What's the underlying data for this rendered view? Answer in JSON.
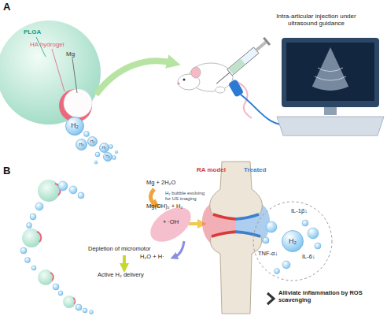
{
  "diagram": {
    "nodes": [
      {
        "text": [
          "H₂"
        ]
      },
      {
        "text": [
          "H₂"
        ]
      },
      {
        "text": [
          "H₂"
        ]
      },
      {
        "text": [
          "H₂"
        ]
      },
      {
        "text": [
          "H₂"
        ]
      },
      {
        "text": [
          "Mg(OH)₂ + H₂",
          "+ ·OH"
        ]
      },
      {
        "text": [
          "H₂"
        ]
      }
    ],
    "labels": [
      "A",
      "PLGA",
      "HA hydrogel",
      "Mg",
      "Intra-articular injection under ultrasound guidance",
      "B",
      "Depletion of micromotor",
      "Active H₂ delivery",
      "Mg + 2H₂O",
      "H₂ bubble evolving for US imaging",
      "H₂O + H·",
      "RA model",
      "Treated",
      "IL-1β↓",
      "TNF-α↓",
      "IL-6↓",
      "Alliviate inflammation by ROS scavenging"
    ]
  }
}
